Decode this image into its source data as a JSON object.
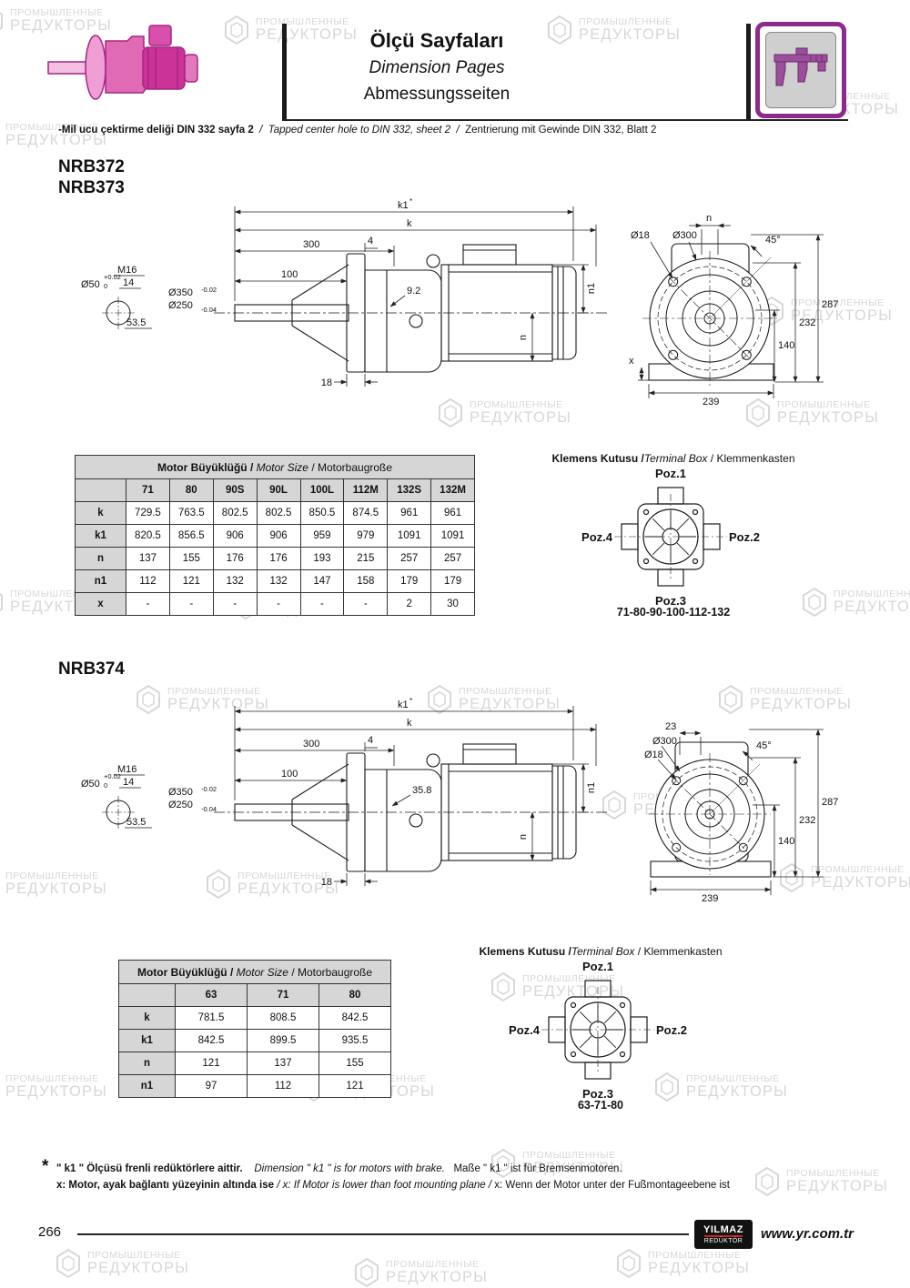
{
  "watermark": {
    "line1": "ПРОМЫШЛЕННЫЕ",
    "line2": "РЕДУКТОРЫ"
  },
  "header": {
    "title_tr": "Ölçü Sayfaları",
    "title_en": "Dimension Pages",
    "title_de": "Abmessungsseiten",
    "note_tr": "-Mil ucu çektirme deliği DIN 332 sayfa 2",
    "note_en": "Tapped center hole to DIN 332, sheet 2",
    "note_de": "Zentrierung mit Gewinde DIN 332, Blatt 2",
    "sep": "/"
  },
  "section1": {
    "model1": "NRB372",
    "model2": "NRB373",
    "side": {
      "k1": "k1",
      "star": "*",
      "k": "k",
      "d300": "300",
      "d4": "4",
      "d100": "100",
      "gap": "9.2",
      "m16": "M16",
      "d14": "14",
      "d50": "Ø50",
      "tol_plus": "+0.02",
      "tol_zero": "0",
      "d535": "53.5",
      "d350": "Ø350",
      "d250": "Ø250",
      "tol_m1": "-0.02",
      "tol_m2": "-0.04",
      "d18": "18",
      "n": "n",
      "n1": "n1"
    },
    "front": {
      "d18": "Ø18",
      "d300": "Ø300",
      "n": "n",
      "a45": "45°",
      "d287": "287",
      "d232": "232",
      "d140": "140",
      "d239": "239",
      "x": "x"
    },
    "table": {
      "title_tr": "Motor Büyüklüğü",
      "title_en": "Motor Size",
      "title_de": "Motorbaugroße",
      "columns": [
        "71",
        "80",
        "90S",
        "90L",
        "100L",
        "112M",
        "132S",
        "132M"
      ],
      "rows": [
        {
          "label": "k",
          "values": [
            "729.5",
            "763.5",
            "802.5",
            "802.5",
            "850.5",
            "874.5",
            "961",
            "961"
          ]
        },
        {
          "label": "k1",
          "values": [
            "820.5",
            "856.5",
            "906",
            "906",
            "959",
            "979",
            "1091",
            "1091"
          ]
        },
        {
          "label": "n",
          "values": [
            "137",
            "155",
            "176",
            "176",
            "193",
            "215",
            "257",
            "257"
          ]
        },
        {
          "label": "n1",
          "values": [
            "112",
            "121",
            "132",
            "132",
            "147",
            "158",
            "179",
            "179"
          ]
        },
        {
          "label": "x",
          "values": [
            "-",
            "-",
            "-",
            "-",
            "-",
            "-",
            "2",
            "30"
          ]
        }
      ]
    },
    "terminal": {
      "title_tr": "Klemens Kutusu",
      "title_en": "Terminal Box",
      "title_de": "Klemmenkasten",
      "poz1": "Poz.1",
      "poz2": "Poz.2",
      "poz3": "Poz.3",
      "poz4": "Poz.4",
      "sizes": "71-80-90-100-112-132"
    }
  },
  "section2": {
    "model1": "NRB374",
    "side": {
      "k1": "k1",
      "star": "*",
      "k": "k",
      "d300": "300",
      "d4": "4",
      "d100": "100",
      "gap": "35.8",
      "m16": "M16",
      "d14": "14",
      "d50": "Ø50",
      "tol_plus": "+0.02",
      "tol_zero": "0",
      "d535": "53.5",
      "d350": "Ø350",
      "d250": "Ø250",
      "tol_m1": "-0.02",
      "tol_m2": "-0.04",
      "d18": "18",
      "n": "n",
      "n1": "n1"
    },
    "front": {
      "d23": "23",
      "d300": "Ø300",
      "d18": "Ø18",
      "a45": "45°",
      "d287": "287",
      "d232": "232",
      "d140": "140",
      "d239": "239"
    },
    "table": {
      "title_tr": "Motor Büyüklüğü",
      "title_en": "Motor Size",
      "title_de": "Motorbaugroße",
      "columns": [
        "63",
        "71",
        "80"
      ],
      "rows": [
        {
          "label": "k",
          "values": [
            "781.5",
            "808.5",
            "842.5"
          ]
        },
        {
          "label": "k1",
          "values": [
            "842.5",
            "899.5",
            "935.5"
          ]
        },
        {
          "label": "n",
          "values": [
            "121",
            "137",
            "155"
          ]
        },
        {
          "label": "n1",
          "values": [
            "97",
            "112",
            "121"
          ]
        }
      ]
    },
    "terminal": {
      "title_tr": "Klemens Kutusu",
      "title_en": "Terminal Box",
      "title_de": "Klemmenkasten",
      "poz1": "Poz.1",
      "poz2": "Poz.2",
      "poz3": "Poz.3",
      "poz4": "Poz.4",
      "sizes": "63-71-80"
    }
  },
  "footnotes": {
    "star": "*",
    "f1_tr": "\" k1 \" Ölçüsü frenli redüktörlere aittir.",
    "f1_en": "Dimension \" k1 \" is for motors with brake.",
    "f1_de": "Maße \" k1 \" ist für Bremsenmotoren.",
    "f2_tr": "x: Motor, ayak bağlantı yüzeyinin altında ise",
    "f2_en": "x: If Motor is lower than foot mounting plane",
    "f2_de": "x: Wenn der Motor unter der Fußmontageebene ist",
    "sep": "/"
  },
  "footer": {
    "page": "266",
    "logo_line1": "YILMAZ",
    "logo_line2": "REDÜKTÖR",
    "url": "www.yr.com.tr"
  }
}
